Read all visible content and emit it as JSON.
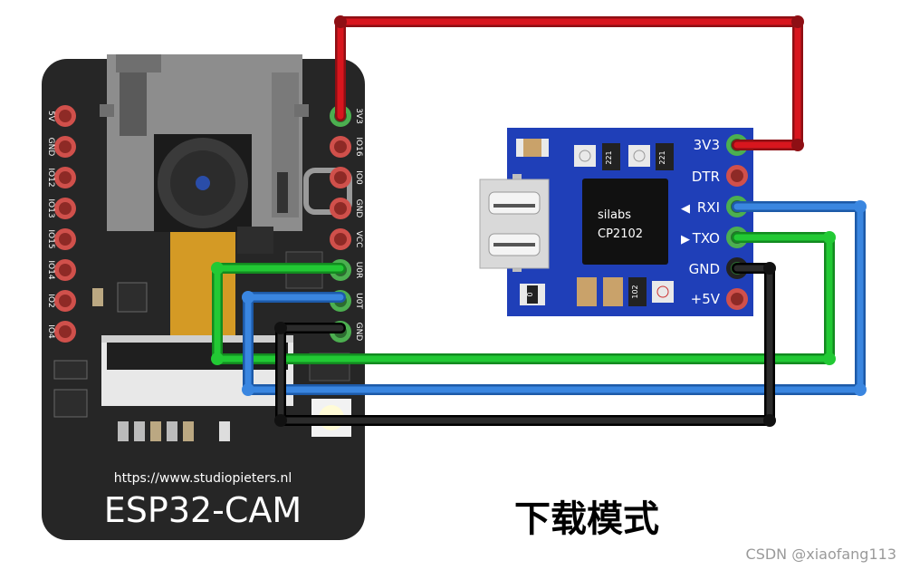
{
  "esp32": {
    "url": "https://www.studiopieters.nl",
    "name": "ESP32-CAM",
    "left_pins": [
      "5V",
      "GND",
      "IO12",
      "IO13",
      "IO15",
      "IO14",
      "IO2",
      "IO4"
    ],
    "right_pins": [
      "3V3",
      "IO16",
      "IO0",
      "GND",
      "VCC",
      "U0R",
      "U0T",
      "GND"
    ]
  },
  "cp2102": {
    "chip_line1": "silabs",
    "chip_line2": "CP2102",
    "pins": [
      "3V3",
      "DTR",
      "RXI",
      "TXO",
      "GND",
      "+5V"
    ],
    "rxi_arrow": "◀",
    "txo_arrow": "▶",
    "res_labels": [
      "221",
      "221",
      "102"
    ],
    "cap_label": "0"
  },
  "caption": "下载模式",
  "watermark": "CSDN @xiaofang113",
  "colors": {
    "wire_3v3": "#c8141c",
    "wire_tx": "#1fbf30",
    "wire_rx": "#2f78d2",
    "wire_gnd": "#1a1a1a",
    "board_esp": "#2b2b2b",
    "board_cp": "#1f3fb8",
    "pin_pad": "#d0504b",
    "pin_active": "#4caf50"
  }
}
